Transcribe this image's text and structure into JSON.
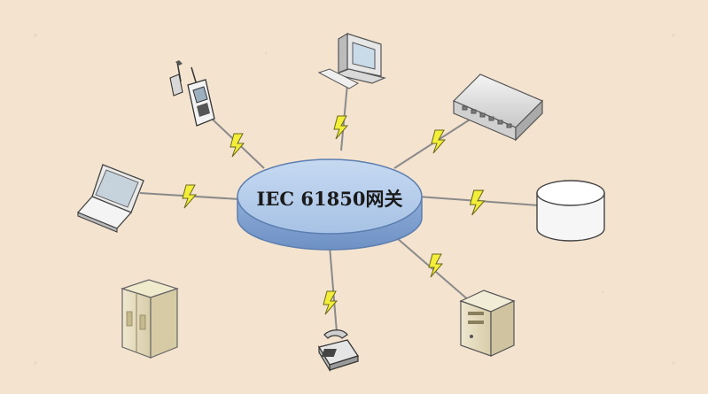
{
  "diagram": {
    "hub": {
      "label": "IEC 61850网关"
    },
    "devices": [
      {
        "id": "workstation",
        "icon": "workstation-icon"
      },
      {
        "id": "router",
        "icon": "router-icon"
      },
      {
        "id": "database",
        "icon": "database-icon"
      },
      {
        "id": "server",
        "icon": "server-tower-icon"
      },
      {
        "id": "phone",
        "icon": "telephone-icon"
      },
      {
        "id": "cabinet",
        "icon": "equipment-cabinet-icon"
      },
      {
        "id": "laptop",
        "icon": "laptop-icon"
      },
      {
        "id": "handheld",
        "icon": "handheld-radio-icon"
      }
    ],
    "colors": {
      "background": "#f4e3cf",
      "hub_fill": "#a9c4e6",
      "hub_stroke": "#5c7fb0",
      "link": "#8a8a8a",
      "lightning": "#f3ee3a"
    }
  }
}
